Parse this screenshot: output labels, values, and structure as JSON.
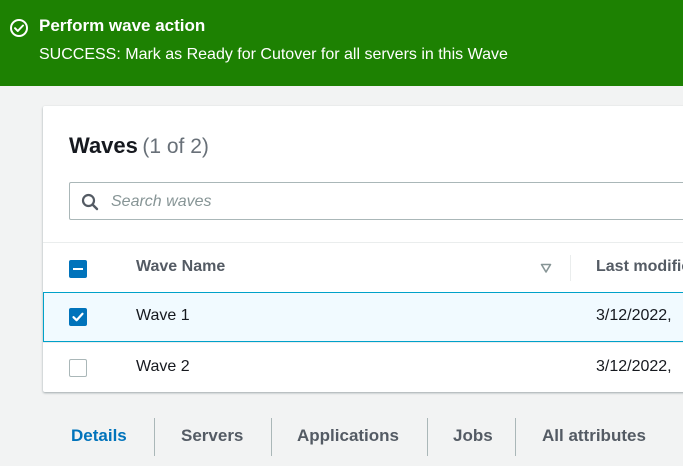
{
  "banner": {
    "title": "Perform wave action",
    "message": "SUCCESS: Mark as Ready for Cutover for all servers in this Wave",
    "color": "#1d8102"
  },
  "table": {
    "title": "Waves",
    "count": "(1 of 2)",
    "search_placeholder": "Search waves",
    "columns": [
      "Wave Name",
      "Last modified"
    ],
    "rows": [
      {
        "name": "Wave 1",
        "modified": "3/12/2022,",
        "selected": true
      },
      {
        "name": "Wave 2",
        "modified": "3/12/2022,",
        "selected": false
      }
    ]
  },
  "tabs": [
    {
      "label": "Details",
      "active": true
    },
    {
      "label": "Servers",
      "active": false
    },
    {
      "label": "Applications",
      "active": false
    },
    {
      "label": "Jobs",
      "active": false
    },
    {
      "label": "All attributes",
      "active": false
    }
  ],
  "colors": {
    "accent": "#0073bb",
    "success": "#1d8102",
    "selected_row_border": "#00a1c9"
  }
}
